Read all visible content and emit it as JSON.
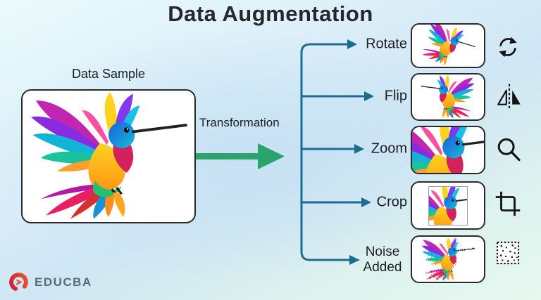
{
  "title": "Data Augmentation",
  "data_sample": {
    "label": "Data Sample"
  },
  "transformation": {
    "label": "Transformation"
  },
  "rows": [
    {
      "label": "Rotate",
      "icon": "rotate-icon"
    },
    {
      "label": "Flip",
      "icon": "flip-icon"
    },
    {
      "label": "Zoom",
      "icon": "zoom-icon"
    },
    {
      "label": "Crop",
      "icon": "crop-icon"
    },
    {
      "label": "Noise Added",
      "icon": "noise-icon"
    }
  ],
  "brand": {
    "name": "EDUCBA"
  },
  "colors": {
    "title_text": "#26262e",
    "connector_teal": "#1a6d8e",
    "arrow_green": "#2aa36d",
    "box_border": "#2a2a2a",
    "icon_black": "#141414",
    "brand_red": "#e23c2e",
    "brand_text": "#5d6a72"
  }
}
